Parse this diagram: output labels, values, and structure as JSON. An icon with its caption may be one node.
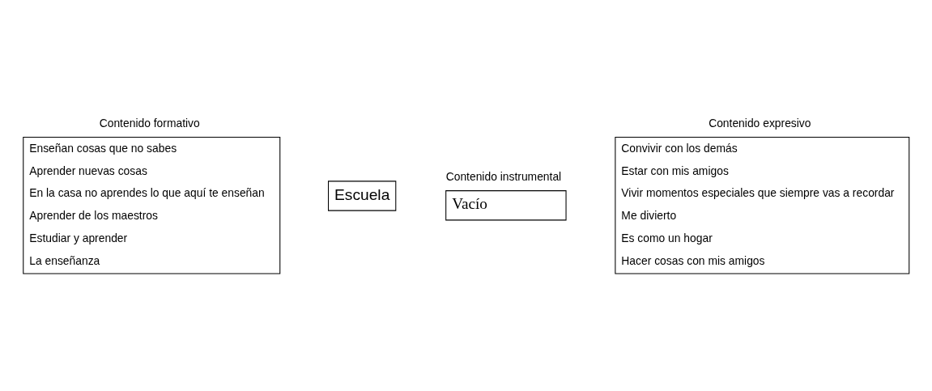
{
  "diagram": {
    "nodes": [
      {
        "text": [
          "Contenido formativo",
          "Enseñan cosas que no sabes",
          "Aprender nuevas cosas",
          "En la casa no aprendes lo que aquí te enseñan",
          "Aprender de los maestros",
          "Estudiar y aprender",
          "La enseñanza"
        ]
      },
      {
        "text": [
          "Escuela"
        ]
      },
      {
        "text": [
          "Contenido instrumental",
          "Vacío"
        ]
      },
      {
        "text": [
          "Contenido expresivo",
          "Convivir con los demás",
          "Estar con mis amigos",
          "Vivir momentos especiales que siempre vas a recordar",
          "Me divierto",
          "Es como un hogar",
          "Hacer cosas con mis amigos"
        ]
      }
    ],
    "edges": []
  }
}
